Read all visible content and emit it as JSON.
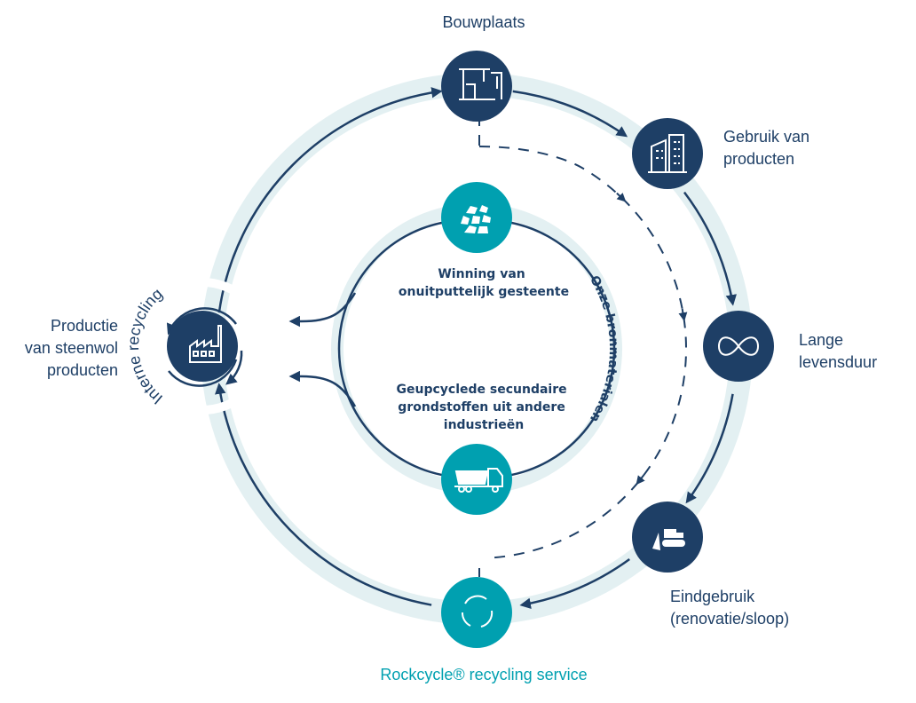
{
  "colors": {
    "navy": "#1e3f66",
    "teal": "#00a0b0",
    "ring": "#e3f0f2"
  },
  "nodes": {
    "bouwplaats": {
      "label": "Bouwplaats",
      "icon": "construction-site-icon"
    },
    "gebruik": {
      "label_1": "Gebruik van",
      "label_2": "producten",
      "icon": "buildings-icon"
    },
    "lange": {
      "label_1": "Lange",
      "label_2": "levensduur",
      "icon": "infinity-icon"
    },
    "eindgebruik": {
      "label_1": "Eindgebruik",
      "label_2": "(renovatie/sloop)",
      "icon": "bulldozer-icon"
    },
    "rockcycle": {
      "label": "Rockcycle® recycling service",
      "icon": "recycle-icon"
    },
    "productie": {
      "label_1": "Productie",
      "label_2": "van steenwol",
      "label_3": "producten",
      "icon": "factory-icon",
      "loop_label": "Interne recycling"
    }
  },
  "inner": {
    "winning": {
      "label_1": "Winning van",
      "label_2": "onuitputtelijk gesteente",
      "icon": "rocks-icon"
    },
    "secundair": {
      "label_1": "Geupcyclede secundaire",
      "label_2": "grondstoffen uit andere",
      "label_3": "industrieën",
      "icon": "truck-icon"
    },
    "arc_label": "Onze bronmaterialen"
  }
}
